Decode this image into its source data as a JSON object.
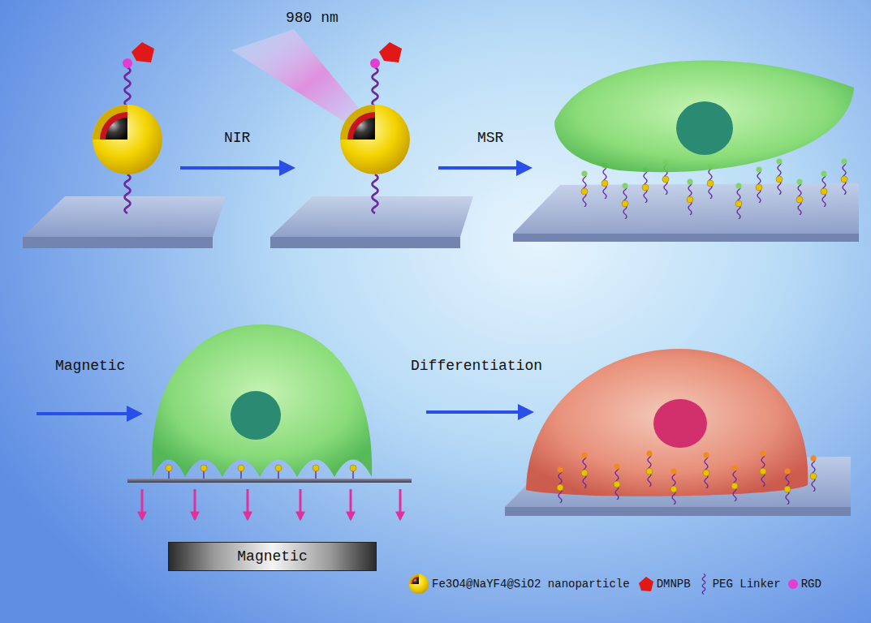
{
  "diagram": {
    "nodes": [
      {
        "text": [
          "Magnetic"
        ]
      }
    ],
    "labels": [
      "980 nm",
      "NIR",
      "MSR",
      "Magnetic",
      "Differentiation"
    ],
    "legend": [
      {
        "text": "Fe3O4@NaYF4@SiO2 nanoparticle"
      },
      {
        "text": "DMNPB"
      },
      {
        "text": "PEG Linker"
      },
      {
        "text": "RGD"
      }
    ]
  }
}
